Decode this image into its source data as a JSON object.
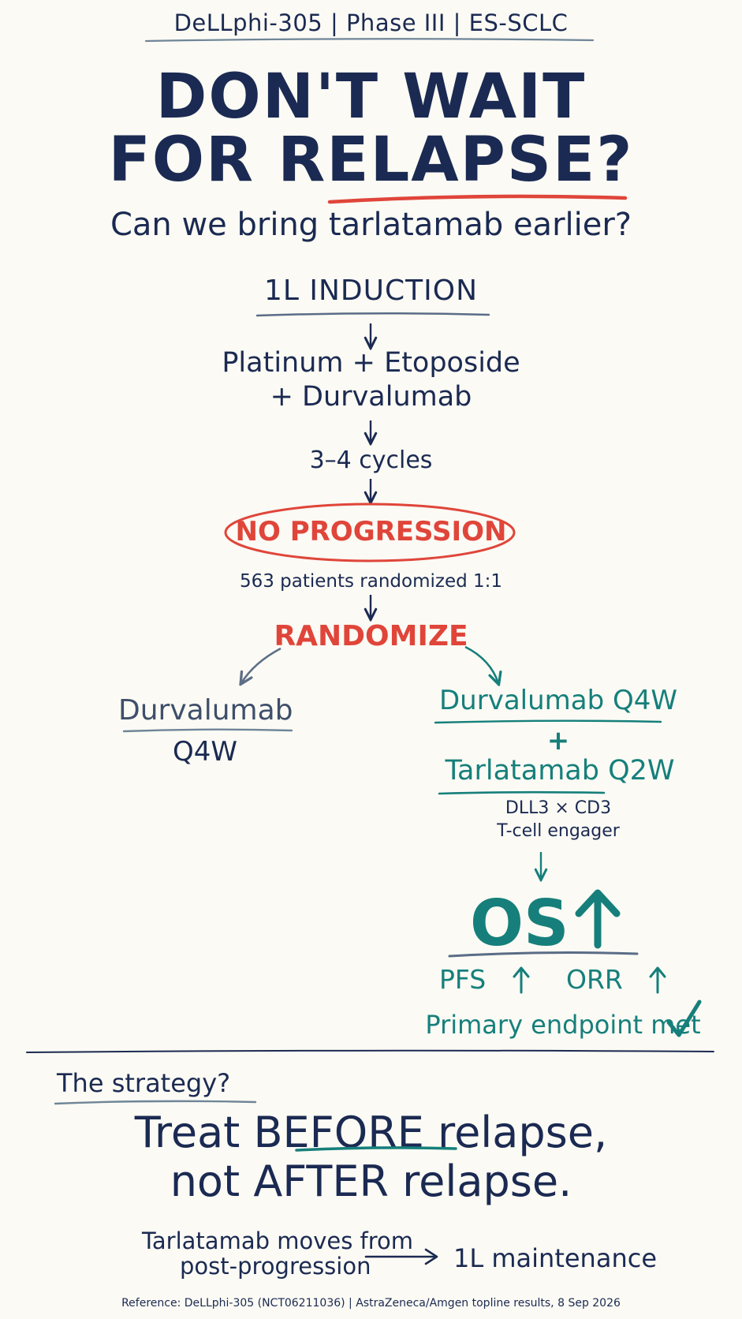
{
  "header": {
    "text": "DeLLphi-305 | Phase III | ES-SCLC"
  },
  "title": {
    "line1": "DON'T WAIT",
    "line2_prefix": "FOR ",
    "line2_emphasis": "RELAPSE",
    "line2_suffix": "?"
  },
  "subtitle": "Can we bring tarlatamab earlier?",
  "flow": {
    "induction": "1L INDUCTION",
    "chemo_line1": "Platinum + Etoposide",
    "chemo_line2": "+ Durvalumab",
    "cycles": "3–4 cycles",
    "no_progression": "NO PROGRESSION",
    "patients": "563 patients randomized 1:1",
    "randomize": "RANDOMIZE"
  },
  "left_arm": {
    "drug": "Durvalumab",
    "schedule": "Q4W"
  },
  "right_arm": {
    "drug_a": "Durvalumab Q4W",
    "plus": "+",
    "drug_b": "Tarlatamab",
    "drug_b_schedule": "Q2W",
    "mechanism_line1": "DLL3 × CD3",
    "mechanism_line2": "T-cell engager",
    "os": "OS",
    "pfs": "PFS",
    "orr": "ORR",
    "primary": "Primary endpoint met"
  },
  "strategy": {
    "question": "The strategy?",
    "line1_prefix": "Treat ",
    "line1_emphasis": "BEFORE",
    "line1_suffix": " relapse,",
    "line2_prefix": "not ",
    "line2_emphasis": "AFTER",
    "line2_suffix": " relapse.",
    "moves_line1": "Tarlatamab moves from",
    "moves_line2": "post-progression",
    "moves_to": "1L maintenance"
  },
  "reference": "Reference: DeLLphi-305 (NCT06211036) | AstraZeneca/Amgen topline results, 8 Sep 2026",
  "colors": {
    "navy": "#1b2a52",
    "red": "#e0453a",
    "teal": "#167f7b",
    "slate": "#3f4f6b",
    "background": "#fbfaf4"
  },
  "icons": [
    "down-arrow-icon",
    "curved-arrow-left-icon",
    "curved-arrow-right-icon",
    "up-arrow-icon",
    "check-icon",
    "long-right-arrow-icon"
  ]
}
